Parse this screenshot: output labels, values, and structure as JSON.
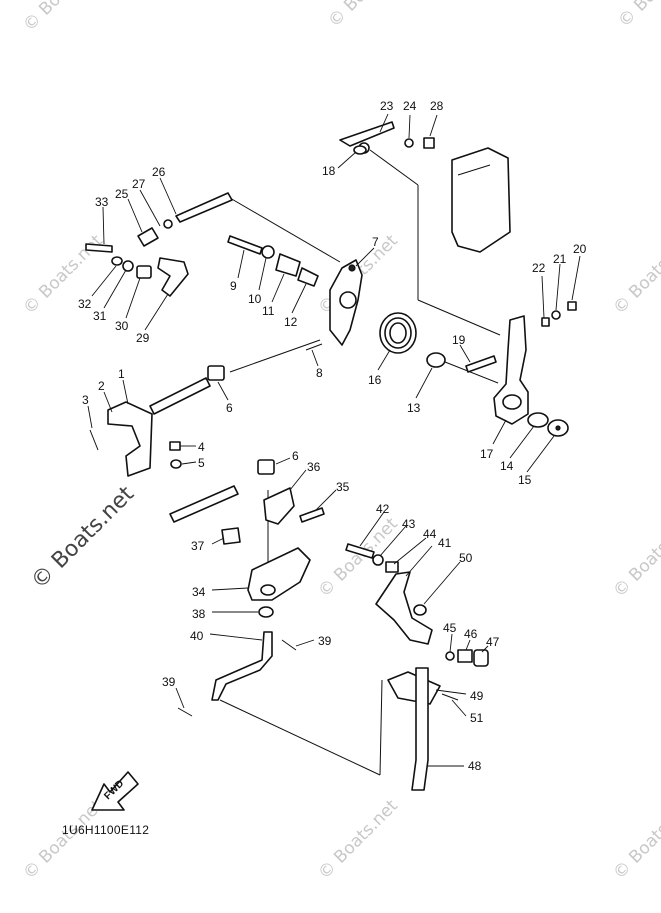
{
  "watermark": {
    "text": "© Boats.net",
    "large_text": "© Boats.net"
  },
  "diagram_code": "1U6H1100E112",
  "fwd_label": "FWD",
  "callouts": {
    "c1": "1",
    "c2": "2",
    "c3": "3",
    "c4": "4",
    "c5": "5",
    "c6a": "6",
    "c6b": "6",
    "c7": "7",
    "c8": "8",
    "c9": "9",
    "c10": "10",
    "c11": "11",
    "c12": "12",
    "c13": "13",
    "c14": "14",
    "c15": "15",
    "c16": "16",
    "c17": "17",
    "c18": "18",
    "c19": "19",
    "c20": "20",
    "c21": "21",
    "c22": "22",
    "c23": "23",
    "c24": "24",
    "c25": "25",
    "c26": "26",
    "c27": "27",
    "c28": "28",
    "c29": "29",
    "c30": "30",
    "c31": "31",
    "c32": "32",
    "c33": "33",
    "c34": "34",
    "c35": "35",
    "c36": "36",
    "c37": "37",
    "c38": "38",
    "c39a": "39",
    "c39b": "39",
    "c40": "40",
    "c41": "41",
    "c42": "42",
    "c43": "43",
    "c44": "44",
    "c45": "45",
    "c46": "46",
    "c47": "47",
    "c48": "48",
    "c49": "49",
    "c50": "50",
    "c51": "51"
  }
}
